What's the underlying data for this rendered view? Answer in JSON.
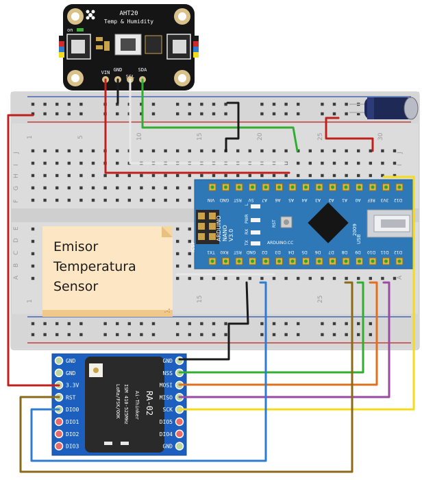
{
  "sensor": {
    "name": "AHT20",
    "subtitle": "Temp & Humidity",
    "on_label": "on",
    "pins": [
      "VIN",
      "GND",
      "SCL",
      "SDA"
    ]
  },
  "breadboard": {
    "col_numbers": [
      "1",
      "5",
      "10",
      "15",
      "20",
      "25",
      "30"
    ],
    "row_letters_top": [
      "J",
      "I",
      "H",
      "G",
      "F"
    ],
    "row_letters_bottom": [
      "E",
      "D",
      "C",
      "B",
      "A"
    ]
  },
  "arduino": {
    "brand": "ARDUINO",
    "model": "NANO",
    "version": "V3.0",
    "site": "ARDUINO.CC",
    "year": "2009",
    "usb": "USB",
    "rst": "RST",
    "icsp": "ICSP",
    "led_labels": [
      "TX",
      "RX",
      "PWR",
      "L"
    ],
    "top_pins": [
      "D12",
      "3V3",
      "REF",
      "A0",
      "A1",
      "A2",
      "A3",
      "A4",
      "A5",
      "A6",
      "A7",
      "5V",
      "RST",
      "GND",
      "VIN"
    ],
    "bottom_pins": [
      "D12",
      "D11",
      "D10",
      "D9",
      "D8",
      "D7",
      "D6",
      "D5",
      "D4",
      "D3",
      "D2",
      "GND",
      "RST",
      "RX0",
      "TX1"
    ]
  },
  "note": {
    "lines": [
      "Emisor",
      "Temperatura",
      "Sensor"
    ],
    "bg_color": "#fde6c3",
    "fold_color": "#f6d7a0"
  },
  "lora": {
    "chip": "RA-02",
    "maker": "Ai-Thinker",
    "ism": "ISM 410-525MHz",
    "mod": "LoRa/FSK/OOK",
    "left_pins": [
      "GND",
      "GND",
      "3.3V",
      "RST",
      "DIO0",
      "DIO1",
      "DIO2",
      "DIO3"
    ],
    "right_pins": [
      "GND",
      "NSS",
      "MOSI",
      "MISO",
      "SCK",
      "DIO5",
      "DIO4",
      "GND"
    ]
  },
  "colors": {
    "wire_red": "#c0201b",
    "wire_black": "#1a1a1a",
    "wire_white": "#e8e8e8",
    "wire_green": "#2fae2f",
    "wire_yellow": "#f2dc1b",
    "wire_orange": "#e0701d",
    "wire_purple": "#9a4aa0",
    "wire_blue": "#2e7bcf",
    "wire_brown": "#8a6a17",
    "board_blue": "#2f78b8",
    "sensor_black": "#151515",
    "lora_blue": "#1d5fbf"
  }
}
